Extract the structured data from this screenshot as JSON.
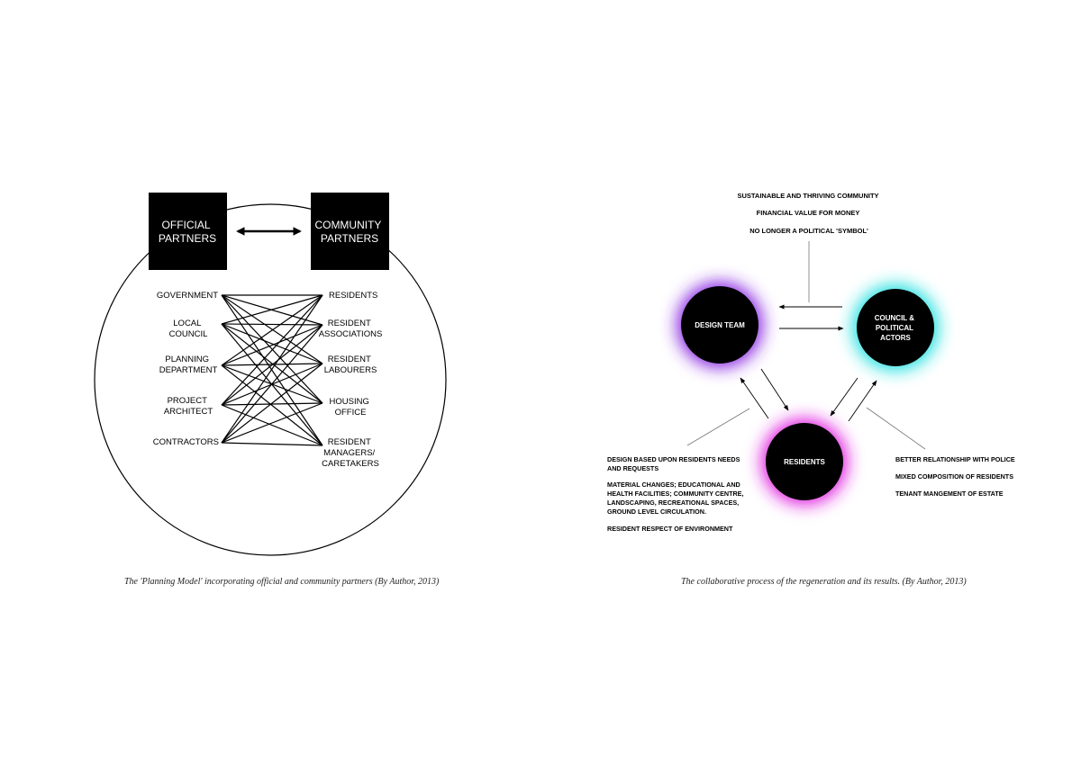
{
  "left_diagram": {
    "official_box": [
      "OFFICIAL",
      "PARTNERS"
    ],
    "community_box": [
      "COMMUNITY",
      "PARTNERS"
    ],
    "official_items": [
      [
        "GOVERNMENT"
      ],
      [
        "LOCAL",
        "COUNCIL"
      ],
      [
        "PLANNING",
        "DEPARTMENT"
      ],
      [
        "PROJECT",
        "ARCHITECT"
      ],
      [
        "CONTRACTORS"
      ]
    ],
    "community_items": [
      [
        "RESIDENTS"
      ],
      [
        "RESIDENT",
        "ASSOCIATIONS"
      ],
      [
        "RESIDENT",
        "LABOURERS"
      ],
      [
        "HOUSING",
        "OFFICE"
      ],
      [
        "RESIDENT",
        "MANAGERS/",
        "CARETAKERS"
      ]
    ],
    "caption": "The 'Planning Model' incorporating official and community partners (By Author, 2013)"
  },
  "right_diagram": {
    "top_outcomes": [
      "SUSTAINABLE  AND THRIVING COMMUNITY",
      "FINANCIAL VALUE FOR MONEY",
      "NO LONGER A POLITICAL 'SYMBOL'"
    ],
    "nodes": {
      "design_team": {
        "label": [
          "DESIGN TEAM"
        ],
        "glow": "#8a2be2"
      },
      "council": {
        "label": [
          "COUNCIL &",
          "POLITICAL",
          "ACTORS"
        ],
        "glow": "#22e0e0"
      },
      "residents": {
        "label": [
          "RESIDENTS"
        ],
        "glow": "#e020e0"
      }
    },
    "left_outcomes": [
      [
        "DESIGN BASED UPON RESIDENTS NEEDS",
        "AND REQUESTS"
      ],
      [
        "MATERIAL CHANGES; EDUCATIONAL AND",
        "HEALTH FACILITIES; COMMUNITY CENTRE,",
        "LANDSCAPING, RECREATIONAL SPACES,",
        "GROUND LEVEL CIRCULATION."
      ],
      [
        "RESIDENT RESPECT OF ENVIRONMENT"
      ]
    ],
    "right_outcomes": [
      "BETTER RELATIONSHIP WITH POLICE",
      "MIXED COMPOSITION OF RESIDENTS",
      "TENANT MANGEMENT OF ESTATE"
    ],
    "caption": "The collaborative process of  the regeneration and its results. (By Author, 2013)"
  }
}
